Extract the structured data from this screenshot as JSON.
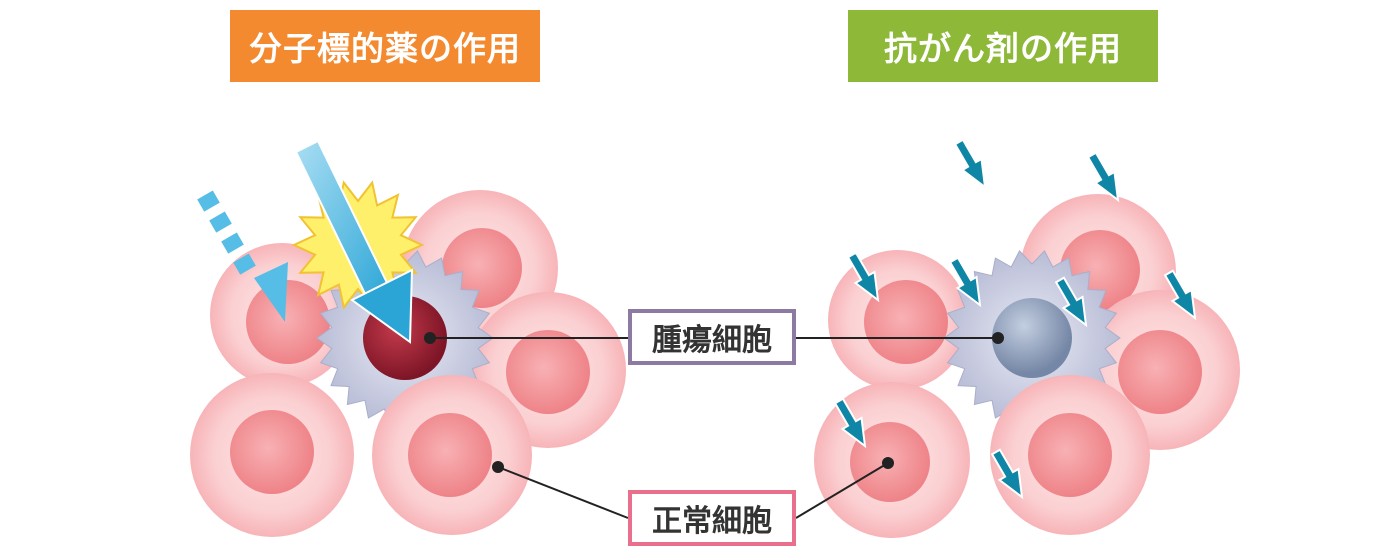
{
  "titles": {
    "left": "分子標的薬の作用",
    "right": "抗がん剤の作用"
  },
  "labels": {
    "tumor_cell": "腫瘍細胞",
    "normal_cell": "正常細胞"
  },
  "colors": {
    "left_title_bg": "#f48a2f",
    "right_title_bg": "#8db838",
    "normal_cell_outer": "#f9c6c8",
    "normal_cell_inner": "#f08e93",
    "tumor_gear": "#c9cce2",
    "left_tumor_nucleus": "#9c2232",
    "right_tumor_nucleus": "#8c9dba",
    "left_arrow": "#55bde6",
    "right_arrow": "#0f86a6",
    "tumor_label_border": "#8c7aa3",
    "normal_label_border": "#ea6f8c",
    "starburst": "#fff06b"
  }
}
